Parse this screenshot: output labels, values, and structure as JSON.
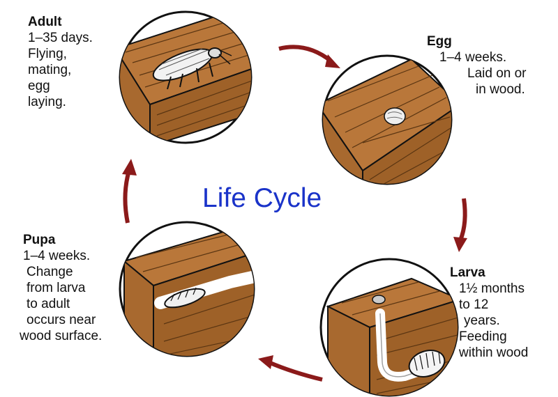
{
  "title": "Life Cycle",
  "colors": {
    "wood": "#b9773a",
    "wood_dark": "#8a5424",
    "arrow": "#8b1a1a",
    "title": "#1a33c9"
  },
  "stages": {
    "adult": {
      "title": "Adult",
      "lines": [
        "1–35 days.",
        "Flying,",
        "mating,",
        "egg",
        "laying."
      ]
    },
    "egg": {
      "title": "Egg",
      "lines": [
        "1–4 weeks.",
        "Laid on or",
        "in wood."
      ]
    },
    "larva": {
      "title": "Larva",
      "lines": [
        "1½ months",
        "to 12",
        "years.",
        "Feeding",
        "within wood"
      ]
    },
    "pupa": {
      "title": "Pupa",
      "lines": [
        "1–4 weeks.",
        "Change",
        "from larva",
        "to adult",
        "occurs near",
        "wood surface."
      ]
    }
  }
}
